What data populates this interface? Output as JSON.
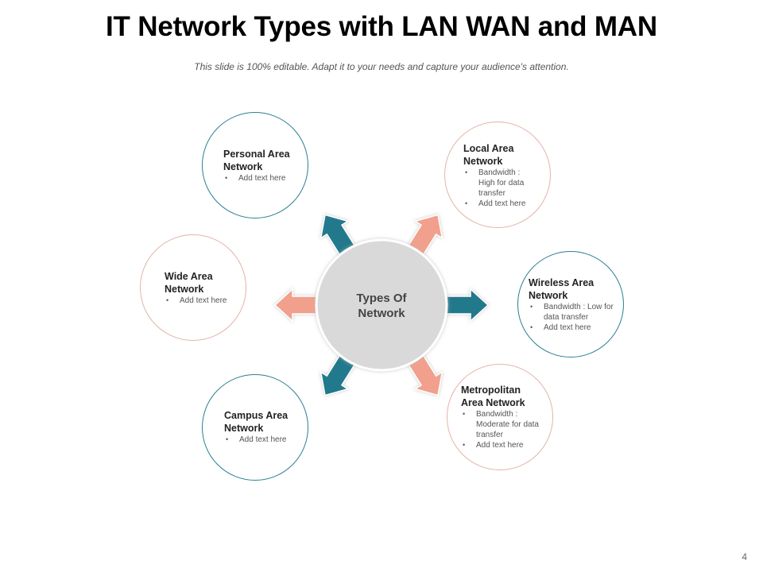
{
  "title": "IT Network Types with LAN WAN and MAN",
  "subtitle": "This slide is 100% editable. Adapt it to your needs and capture your audience's attention.",
  "page_number": "4",
  "colors": {
    "teal": "#23798c",
    "salmon": "#f0a08c",
    "center_fill": "#d9d9d9",
    "text": "#222222"
  },
  "center": {
    "label_line1": "Types Of",
    "label_line2": "Network"
  },
  "nodes": [
    {
      "id": "personal",
      "title": "Personal Area Network",
      "color": "teal",
      "bullets": [
        "Add text here"
      ]
    },
    {
      "id": "local",
      "title": "Local Area Network",
      "color": "salmon",
      "bullets": [
        "Bandwidth : High  for data transfer",
        "Add text here"
      ]
    },
    {
      "id": "wireless",
      "title": "Wireless Area Network",
      "color": "teal",
      "bullets": [
        "Bandwidth : Low for data transfer",
        "Add text here"
      ]
    },
    {
      "id": "metropolitan",
      "title": "Metropolitan Area Network",
      "color": "salmon",
      "bullets": [
        "Bandwidth : Moderate for data transfer",
        "Add text here"
      ]
    },
    {
      "id": "campus",
      "title": "Campus Area Network",
      "color": "teal",
      "bullets": [
        "Add text here"
      ]
    },
    {
      "id": "wide",
      "title": "Wide Area Network",
      "color": "salmon",
      "bullets": [
        "Add text here"
      ]
    }
  ],
  "arrows": [
    {
      "direction": "up-left",
      "color": "teal"
    },
    {
      "direction": "up-right",
      "color": "salmon"
    },
    {
      "direction": "right",
      "color": "teal"
    },
    {
      "direction": "down-right",
      "color": "salmon"
    },
    {
      "direction": "down-left",
      "color": "teal"
    },
    {
      "direction": "left",
      "color": "salmon"
    }
  ]
}
